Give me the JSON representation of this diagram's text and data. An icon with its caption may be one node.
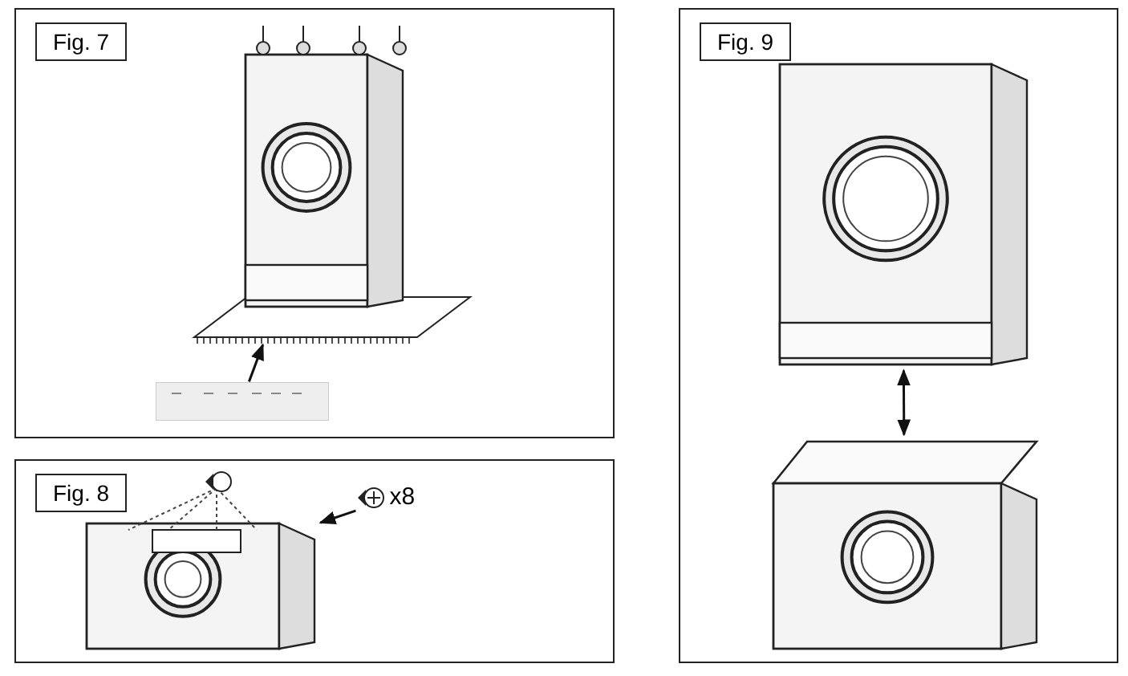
{
  "diagram": {
    "nodes": [
      {
        "text": [
          "Fig. 7"
        ]
      },
      {
        "text": [
          "Fig. 8"
        ]
      },
      {
        "text": [
          "Fig. 9"
        ]
      },
      {
        "text": [],
        "shape": "picture",
        "in": 0
      },
      {
        "text": [],
        "shape": "picture",
        "in": 0
      },
      {
        "text": [],
        "shape": "picture",
        "in": 1
      },
      {
        "text": [
          "x8"
        ],
        "in": 1
      },
      {
        "text": [],
        "shape": "picture",
        "in": 2
      },
      {
        "text": [],
        "shape": "picture",
        "in": 2
      }
    ],
    "edges": [
      {
        "from": 4,
        "to": 3,
        "arrow": "to"
      },
      {
        "from": 6,
        "to": 5,
        "arrow": "to"
      },
      {
        "from": 7,
        "to": 8,
        "arrow": "both"
      }
    ]
  }
}
